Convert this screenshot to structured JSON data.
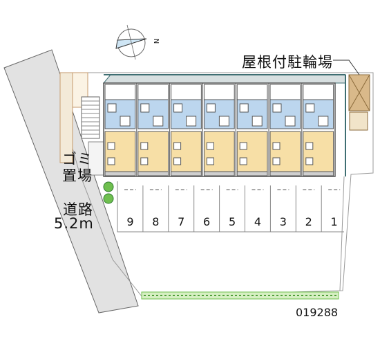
{
  "labels": {
    "bike_parking": "屋根付駐輪場",
    "garbage_line1": "ゴミ",
    "garbage_line2": "置場",
    "road_line1": "道路",
    "road_line2": "5.2m",
    "property_id": "019288"
  },
  "compass": {
    "north_mark": "N"
  },
  "parking_slots": [
    "9",
    "8",
    "7",
    "6",
    "5",
    "4",
    "3",
    "2",
    "1"
  ],
  "unit_count": 7,
  "colors": {
    "road": "#e2e2e2",
    "outline": "#555555",
    "wet_room_blue": "#bcd6ee",
    "room_beige": "#f7dfa6",
    "corridor_gray": "#cfcfcf",
    "roof_teal": "#3e6e72",
    "bike_roof_tan": "#d9b98a",
    "hedge_green": "#6fbf4f",
    "fence_brown": "#c49a6c"
  }
}
